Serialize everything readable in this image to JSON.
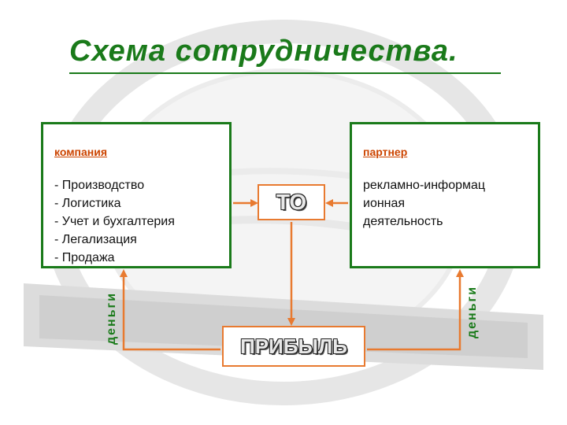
{
  "title": "Схема сотрудничества.",
  "company": {
    "heading": "компания",
    "items": [
      "- Производство",
      "- Логистика",
      "- Учет и бухгалтерия",
      "- Легализация",
      "- Продажа"
    ]
  },
  "partner": {
    "heading": "партнер",
    "lines": [
      "рекламно-информац",
      "ионная",
      "деятельность"
    ]
  },
  "center_label": "ТО",
  "profit_label": "ПРИБЫЛЬ",
  "money_left": "деньги",
  "money_right": "деньги",
  "colors": {
    "green": "#1a7a1a",
    "orange": "#e87a30",
    "heading": "#cc4400"
  }
}
